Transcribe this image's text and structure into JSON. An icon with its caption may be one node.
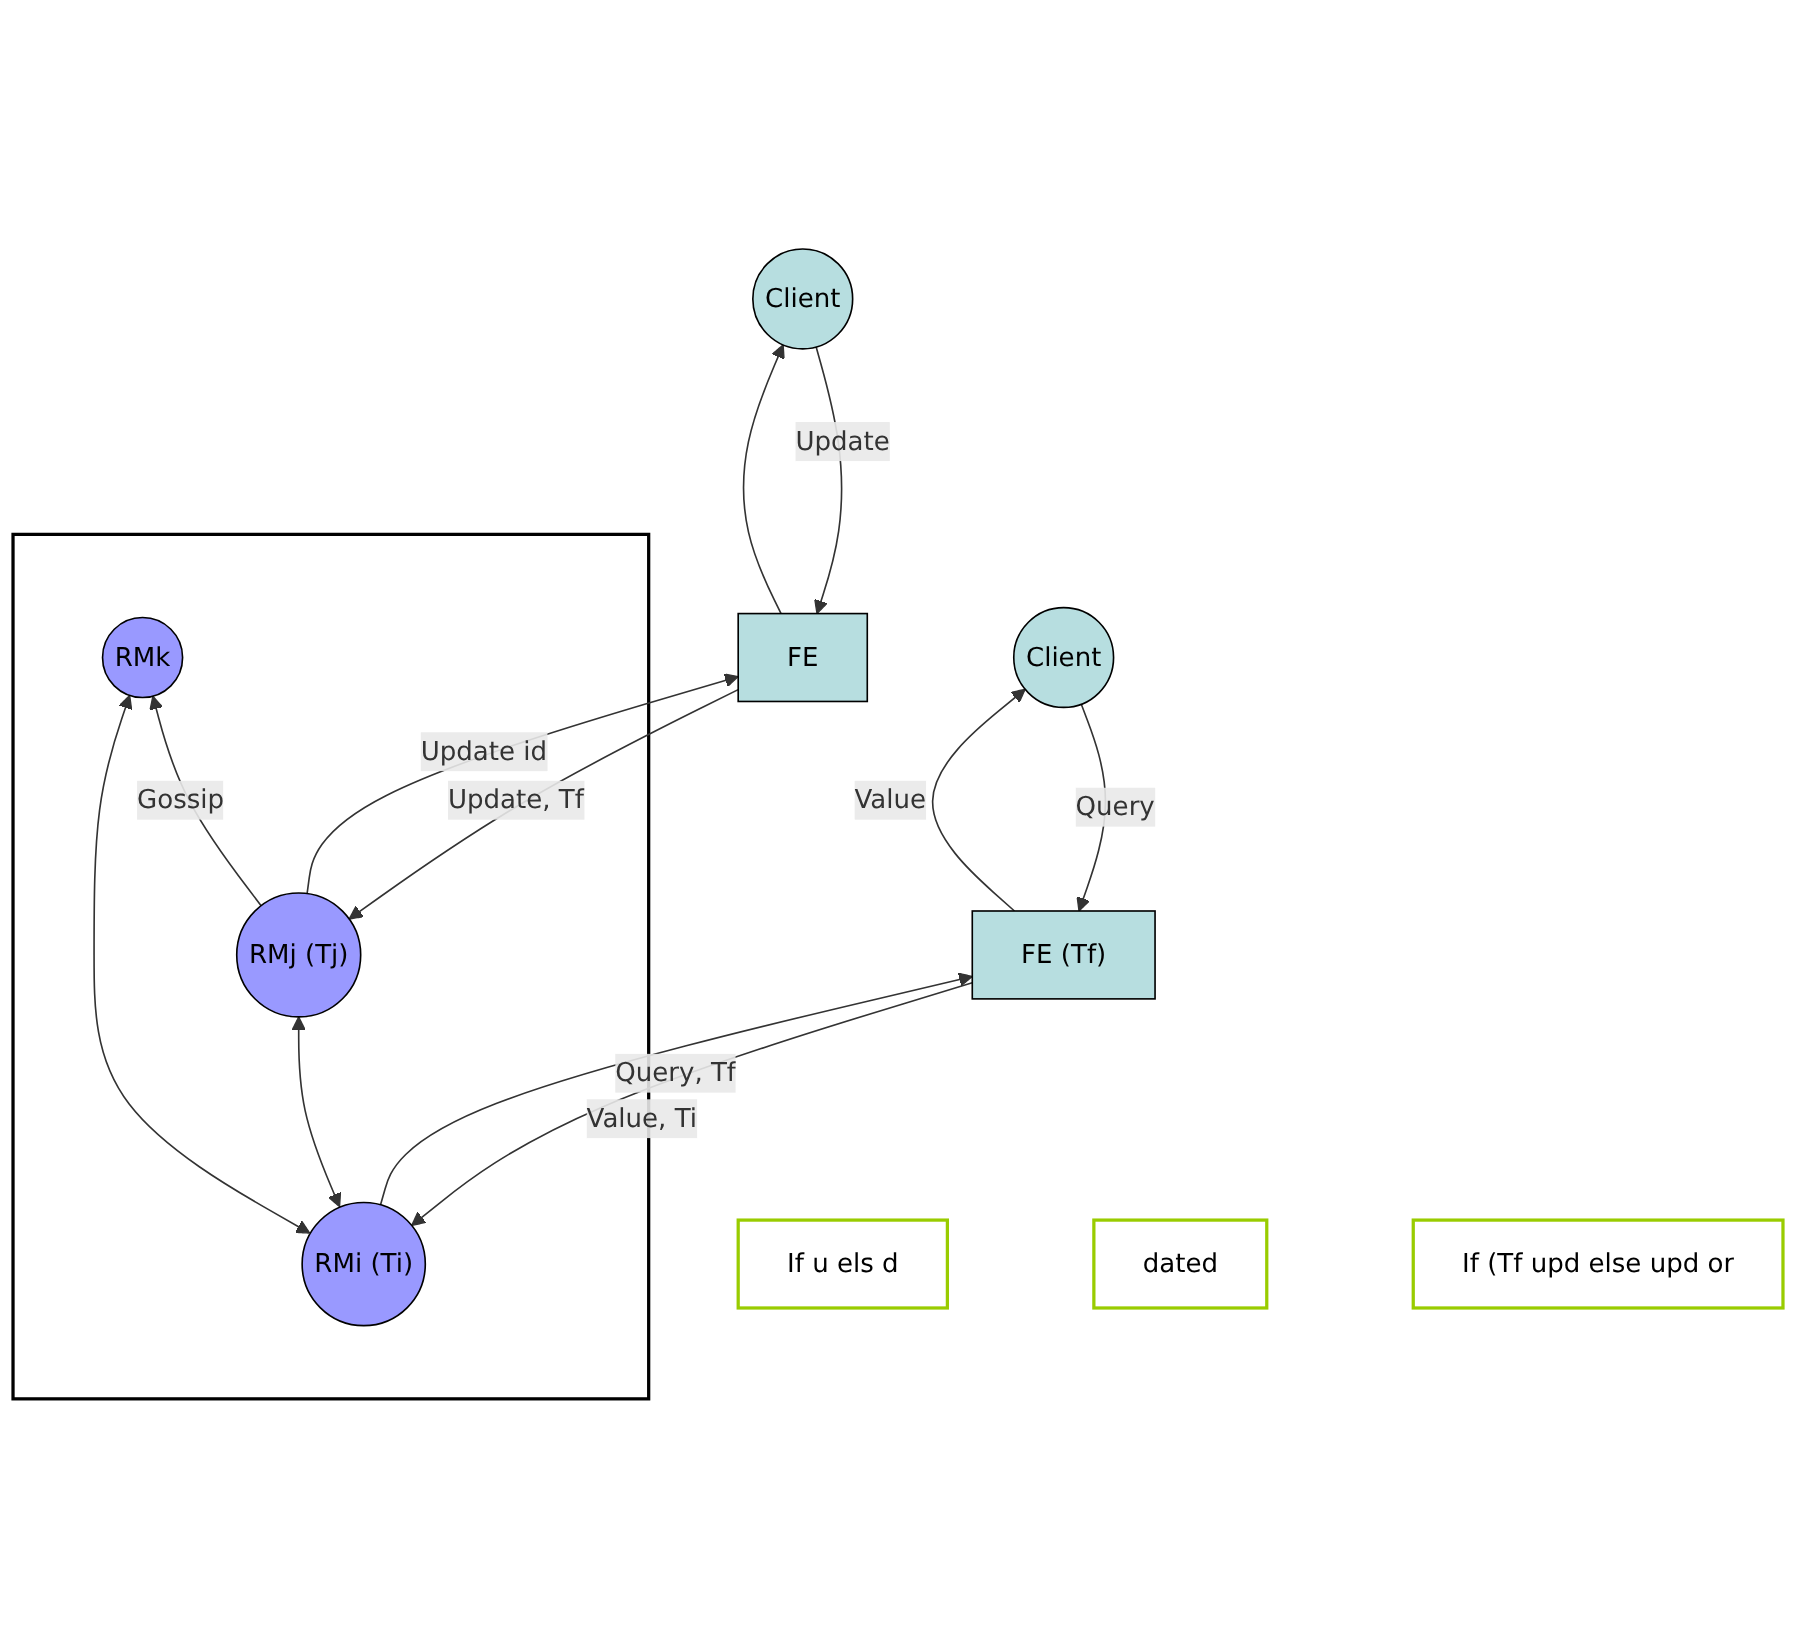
{
  "diagram": {
    "nodes": [
      {
        "text": [],
        "shape": "box"
      },
      {
        "text": [
          "RMk"
        ],
        "in": 0
      },
      {
        "text": [
          "RMi (Ti)"
        ],
        "in": 0
      },
      {
        "text": [
          "RMj (Tj)"
        ],
        "in": 0
      },
      {
        "text": [
          "FE (Tf)"
        ]
      },
      {
        "text": [
          "FE"
        ]
      },
      {
        "text": [
          "Client"
        ]
      },
      {
        "text": [
          "Client"
        ]
      },
      {
        "text": [
          "If u els d"
        ]
      },
      {
        "text": [
          "dated"
        ]
      },
      {
        "text": [
          "If (Tf upd else upd or"
        ]
      }
    ],
    "edges": [
      {
        "from": 2,
        "to": 1,
        "arrow": "both"
      },
      {
        "from": 3,
        "to": 1,
        "arrow": "to",
        "label": "Gossip"
      },
      {
        "from": 2,
        "to": 3,
        "arrow": "both"
      },
      {
        "from": 4,
        "to": 2,
        "arrow": "to",
        "label": "Query, Tf"
      },
      {
        "from": 2,
        "to": 4,
        "arrow": "to",
        "label": "Value, Ti"
      },
      {
        "from": 5,
        "to": 3,
        "arrow": "to",
        "label": "Update, Tf"
      },
      {
        "from": 3,
        "to": 5,
        "arrow": "to",
        "label": "Update id"
      },
      {
        "from": 6,
        "to": 4,
        "arrow": "to",
        "label": "Query"
      },
      {
        "from": 4,
        "to": 6,
        "arrow": "to",
        "label": "Value"
      },
      {
        "from": 7,
        "to": 5,
        "arrow": "to",
        "label": "Update"
      },
      {
        "from": 5,
        "to": 7,
        "arrow": "to"
      }
    ]
  }
}
